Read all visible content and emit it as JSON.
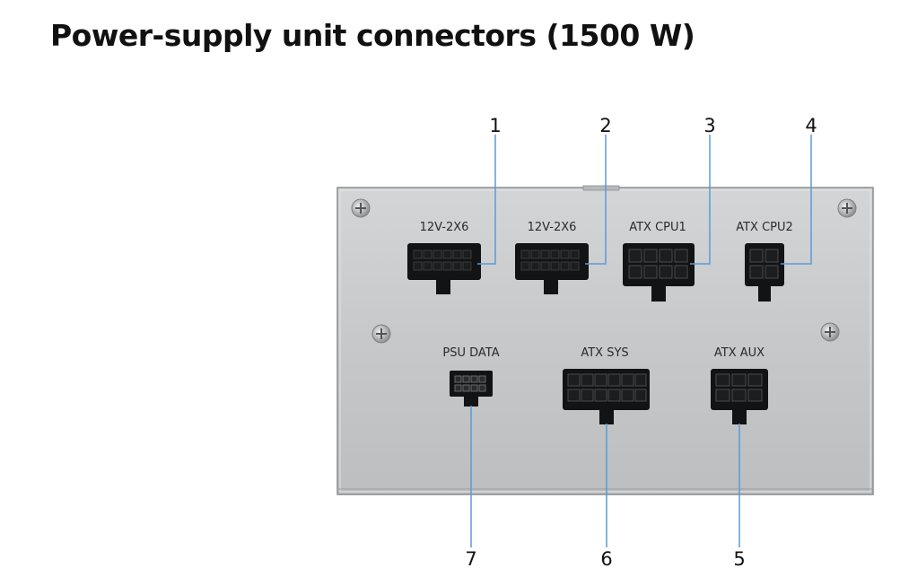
{
  "title": "Power-supply unit connectors (1500 W)",
  "colors": {
    "panel": "#c9cbcd",
    "connector": "#121314",
    "callout_line": "#5b9bd5"
  },
  "connectors": [
    {
      "label": "12V-2X6",
      "number": "1"
    },
    {
      "label": "12V-2X6",
      "number": "2"
    },
    {
      "label": "ATX CPU1",
      "number": "3"
    },
    {
      "label": "ATX CPU2",
      "number": "4"
    },
    {
      "label": "PSU DATA",
      "number": "7"
    },
    {
      "label": "ATX SYS",
      "number": "6"
    },
    {
      "label": "ATX AUX",
      "number": "5"
    }
  ]
}
